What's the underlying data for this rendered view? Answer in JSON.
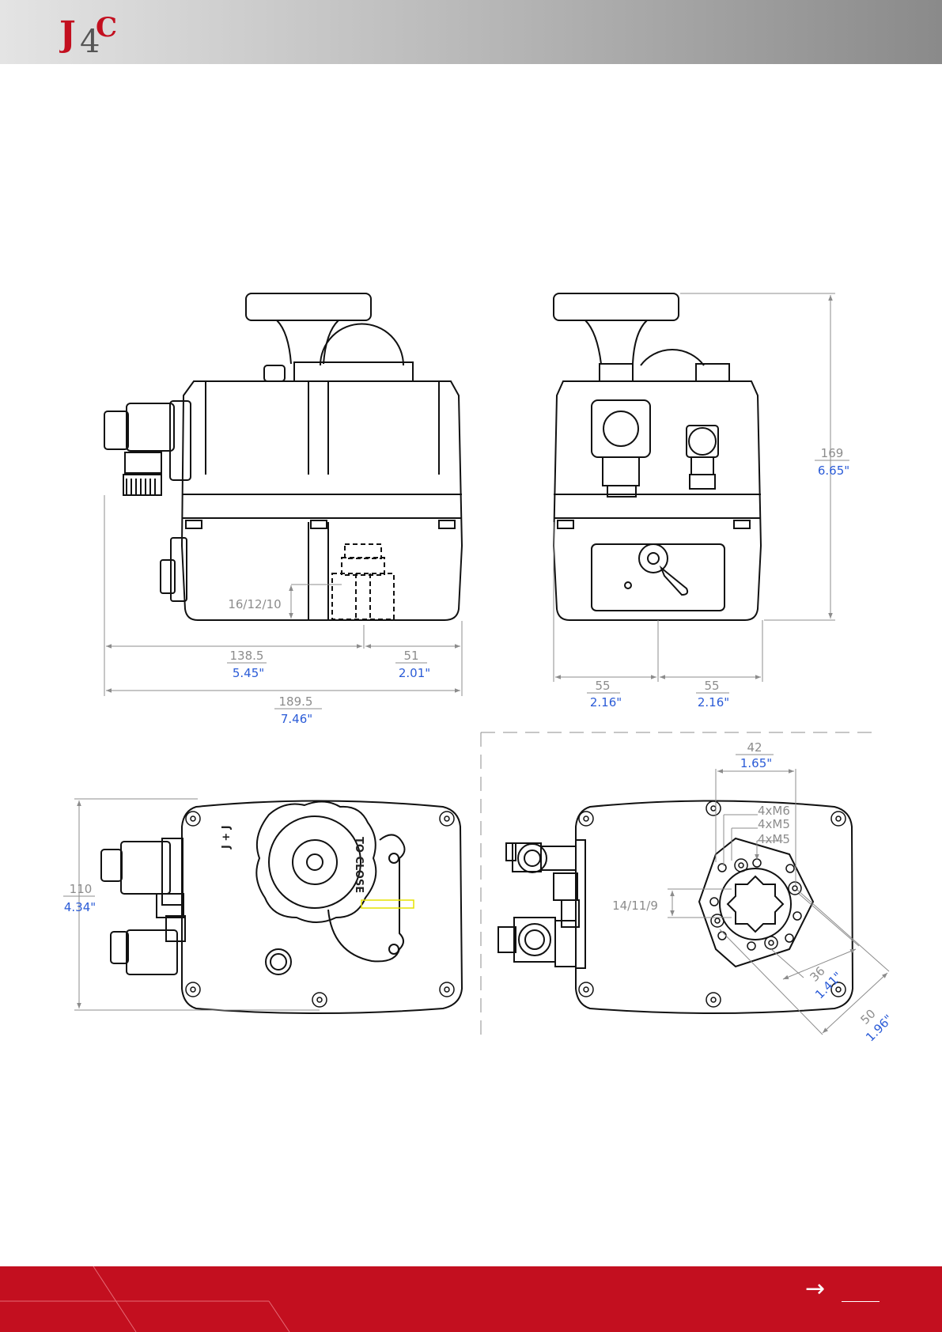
{
  "brand": {
    "logo_text": "J4C",
    "accent": "#c30f1f"
  },
  "dimensions": {
    "width_main_mm": "138.5",
    "width_main_in": "5.45\"",
    "width_side_mm": "51",
    "width_side_in": "2.01\"",
    "width_total_mm": "189.5",
    "width_total_in": "7.46\"",
    "shaft_depth": "16/12/10",
    "half_left_mm": "55",
    "half_left_in": "2.16\"",
    "half_right_mm": "55",
    "half_right_in": "2.16\"",
    "height_mm": "169",
    "height_in": "6.65\"",
    "depth_mm": "110",
    "depth_in": "4.34\"",
    "flange_width_mm": "42",
    "flange_width_in": "1.65\"",
    "bolt_1": "4xM6",
    "bolt_2": "4xM5",
    "bolt_3": "4xM5",
    "square_drive": "14/11/9",
    "pcd_inner_mm": "36",
    "pcd_inner_in": "1.41\"",
    "pcd_outer_mm": "50",
    "pcd_outer_in": "1.96\""
  },
  "labels": {
    "to_close": "TO CLOSE",
    "handwheel_mark": "J + J"
  },
  "footer": {
    "arrow": "→"
  }
}
